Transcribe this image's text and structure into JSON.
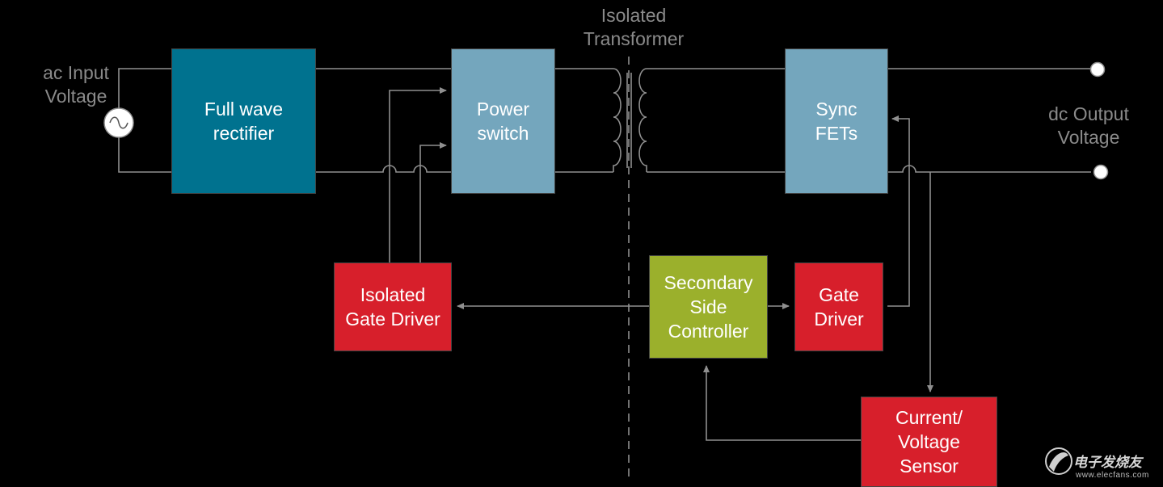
{
  "colors": {
    "rectifier": "#00728f",
    "power_stage": "#74a6bd",
    "driver": "#d71f2b",
    "controller": "#9bb02c",
    "wire": "#8f8f8f",
    "label": "#8a8a8a"
  },
  "labels": {
    "ac_input": "ac Input\nVoltage",
    "transformer": "Isolated\nTransformer",
    "dc_output": "dc Output\nVoltage"
  },
  "blocks": {
    "rectifier": "Full wave\nrectifier",
    "power_switch": "Power\nswitch",
    "sync_fets": "Sync\nFETs",
    "isolated_gate_driver": "Isolated\nGate Driver",
    "secondary_controller": "Secondary\nSide\nController",
    "gate_driver": "Gate\nDriver",
    "sensor": "Current/\nVoltage\nSensor"
  },
  "watermark": {
    "brand": "电子发烧友",
    "site": "www.elecfans.com"
  }
}
